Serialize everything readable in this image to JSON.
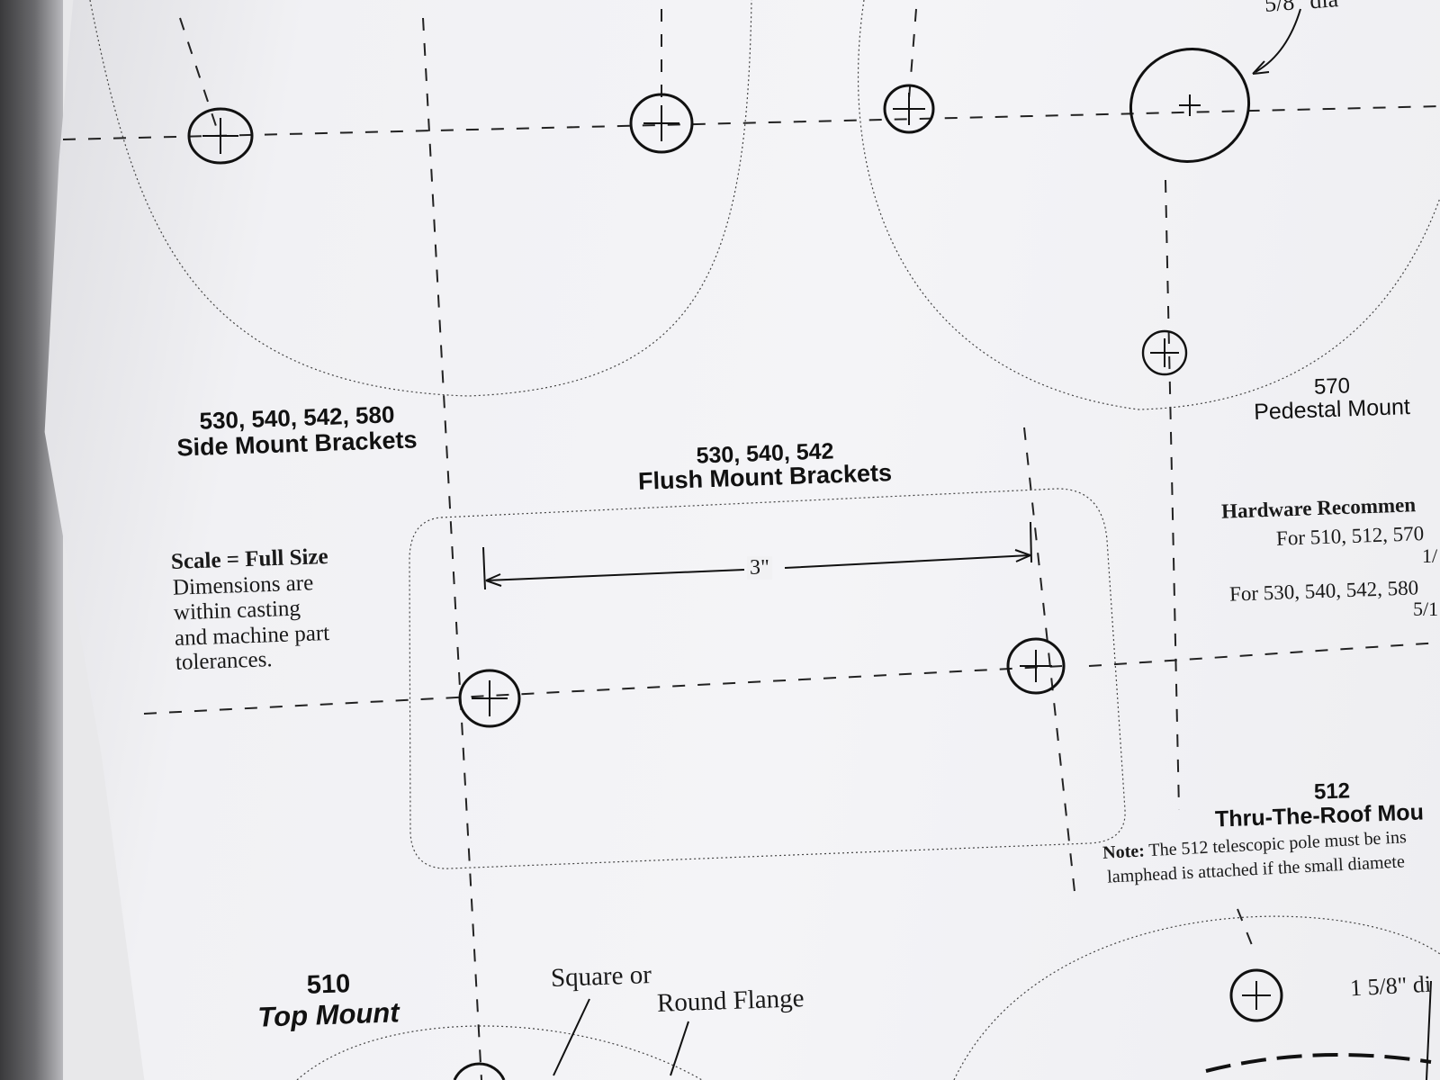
{
  "labels": {
    "top_dia": "5/8\" dia",
    "side_mount_models": "530, 540, 542, 580",
    "side_mount_title": "Side Mount Brackets",
    "flush_mount_models": "530, 540, 542",
    "flush_mount_title": "Flush Mount Brackets",
    "pedestal_model": "570",
    "pedestal_title": "Pedestal Mount",
    "dimension_3in": "3\"",
    "scale_title": "Scale = Full Size",
    "scale_body_1": "Dimensions are",
    "scale_body_2": "within casting",
    "scale_body_3": "and machine part",
    "scale_body_4": "tolerances.",
    "hardware_title": "Hardware Recommen",
    "hardware_line1": "For 510, 512, 570",
    "hardware_line1_cont": "1/",
    "hardware_line2": "For 530, 540, 542, 580",
    "hardware_line2_cont": "5/1",
    "thru_model": "512",
    "thru_title": "Thru-The-Roof Mou",
    "note_label": "Note:",
    "note_text_1": "The 512 telescopic pole must be ins",
    "note_text_2": "lamphead is attached if the small diamete",
    "top_mount_model": "510",
    "top_mount_title": "Top Mount",
    "flange_1": "Square or",
    "flange_2": "Round Flange",
    "bottom_dia": "1 5/8\" di"
  }
}
